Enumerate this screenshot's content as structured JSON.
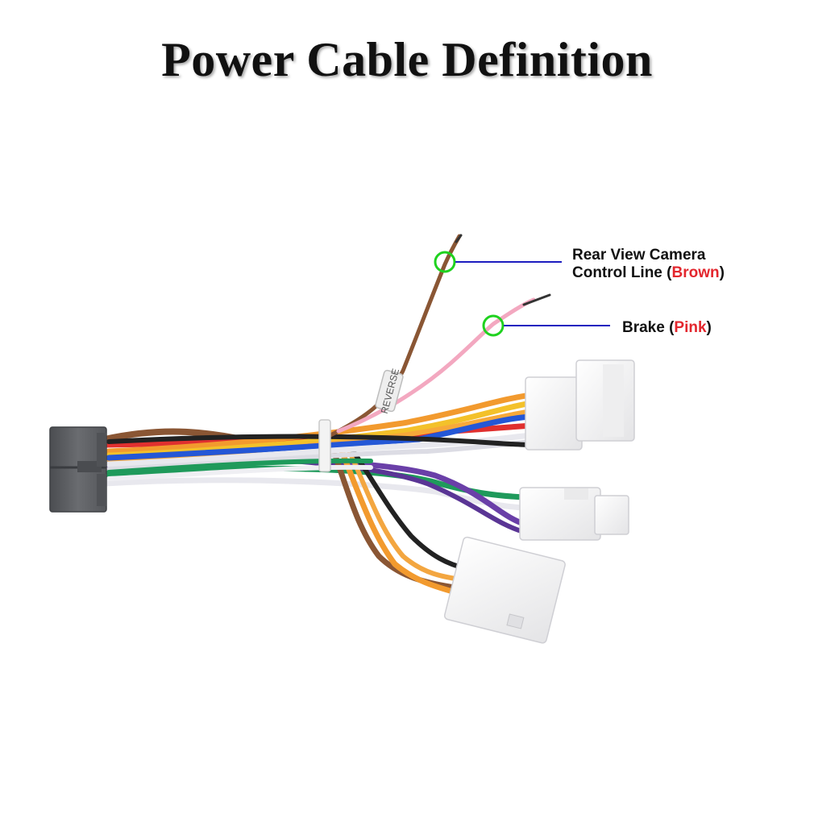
{
  "title": "Power Cable Definition",
  "callouts": {
    "camera": {
      "line1": "Rear View Camera",
      "line2_prefix": "Control Line (",
      "color_word": "Brown",
      "line2_suffix": ")"
    },
    "brake": {
      "prefix": "Brake (",
      "color_word": "Pink",
      "suffix": ")"
    }
  },
  "tag_text": "REVERSE",
  "colors": {
    "label_text": "#111111",
    "highlight_word": "#e3262d",
    "leader_line": "#1d1dbf",
    "marker_circle": "#1fd21f",
    "connector_gray": "#5d5f63",
    "connector_white": "#f4f4f4",
    "wire_brown": "#8a5634",
    "wire_pink": "#f3a8c0",
    "wire_orange": "#f29a2e",
    "wire_yellow": "#f3c12a",
    "wire_red": "#e0302f",
    "wire_blue": "#2457d6",
    "wire_green": "#1f9a5b",
    "wire_purple": "#6a3fa8",
    "wire_white": "#e8e8ee",
    "wire_black": "#222222"
  }
}
